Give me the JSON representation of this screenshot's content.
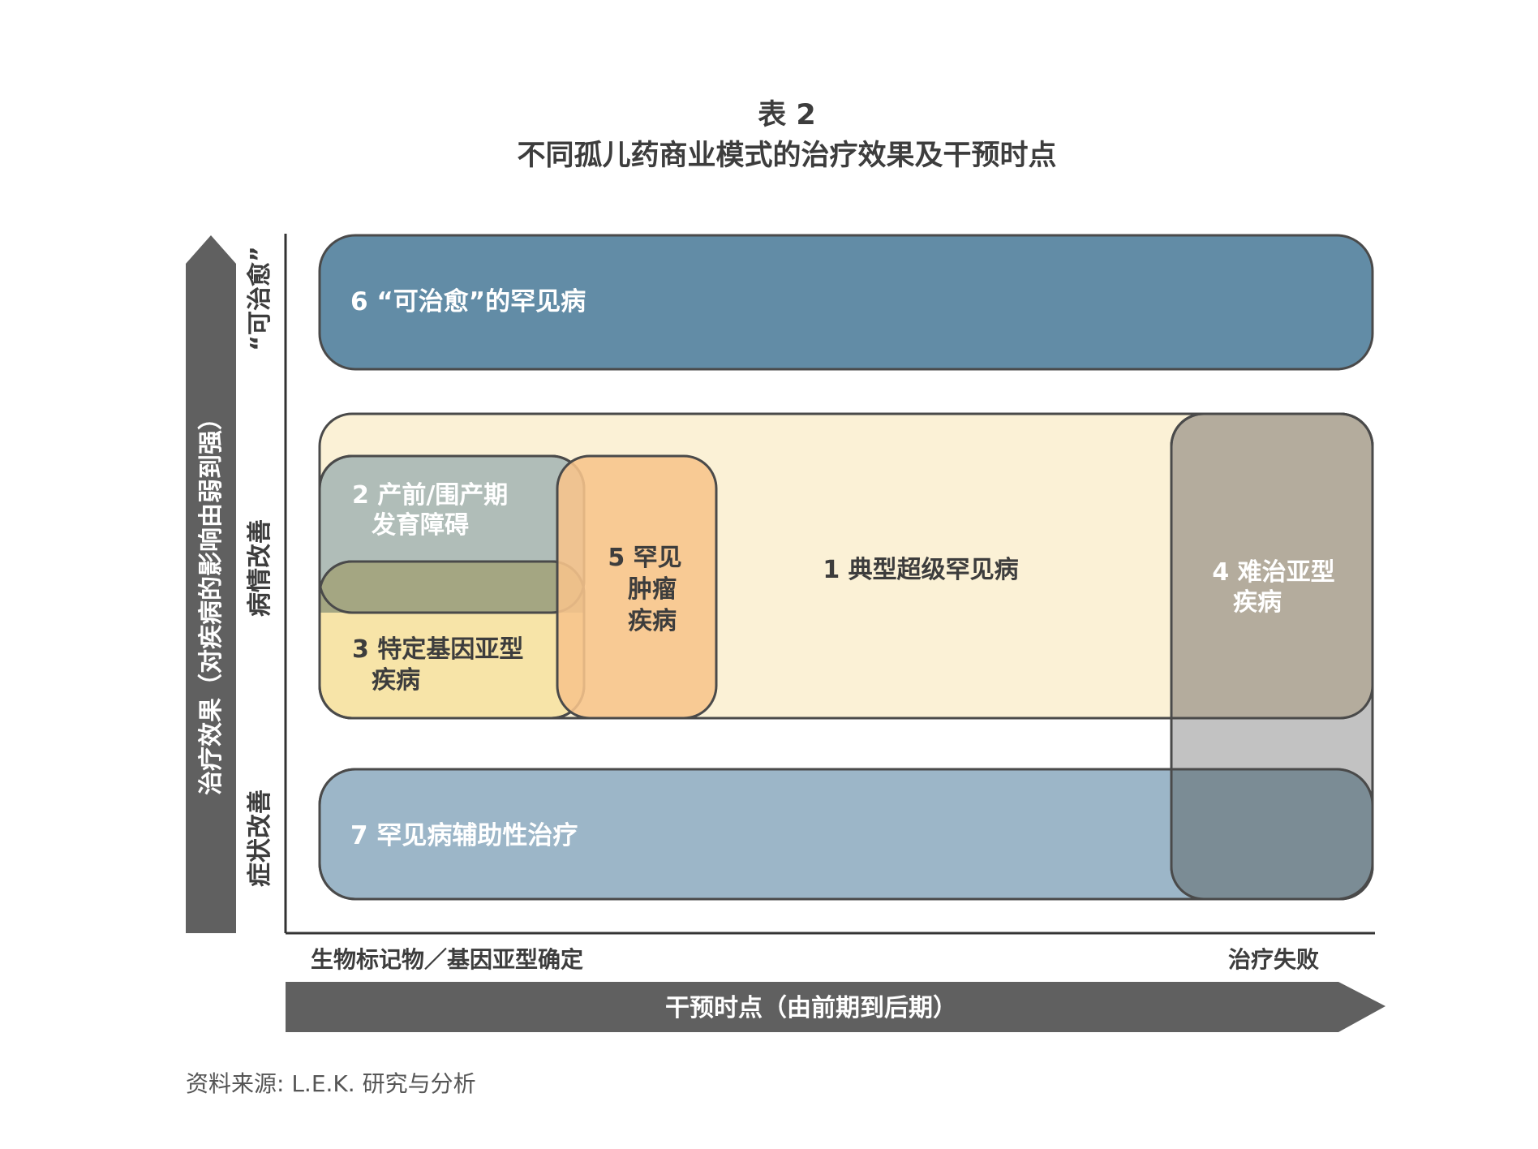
{
  "title_line1": "表 2",
  "title_line2": "不同孤儿药商业模式的治疗效果及干预时点",
  "y_axis": {
    "arrow_label": "治疗效果（对疾病的影响由弱到强）",
    "levels": {
      "top": "“可治愈”",
      "middle": "病情改善",
      "bottom": "症状改善"
    }
  },
  "x_axis": {
    "arrow_label": "干预时点（由前期到后期）",
    "left_label": "生物标记物／基因亚型确定",
    "right_label": "治疗失败"
  },
  "boxes": {
    "box6": {
      "label": "6 “可治愈”的罕见病"
    },
    "box1": {
      "label": "1 典型超级罕见病"
    },
    "box2": {
      "line1": "2 产前/围产期",
      "line2": "发育障碍"
    },
    "box3": {
      "line1": "3 特定基因亚型",
      "line2": "疾病"
    },
    "box5": {
      "line1": "5 罕见",
      "line2": "肿瘤",
      "line3": "疾病"
    },
    "box4": {
      "line1": "4 难治亚型",
      "line2": "疾病"
    },
    "box7": {
      "label": "7 罕见病辅助性治疗"
    }
  },
  "source": "资料来源: L.E.K. 研究与分析",
  "colors": {
    "box6": "#628ca6",
    "box1": "#fbf1d6",
    "box2": "#a7b7b5",
    "box3": "#f6e2a3",
    "box5": "#f7c48b",
    "box4": "#b4ac9d",
    "box7": "#9cb6c8",
    "axis_arrows": "#606060",
    "outline": "#4a4a4a"
  }
}
